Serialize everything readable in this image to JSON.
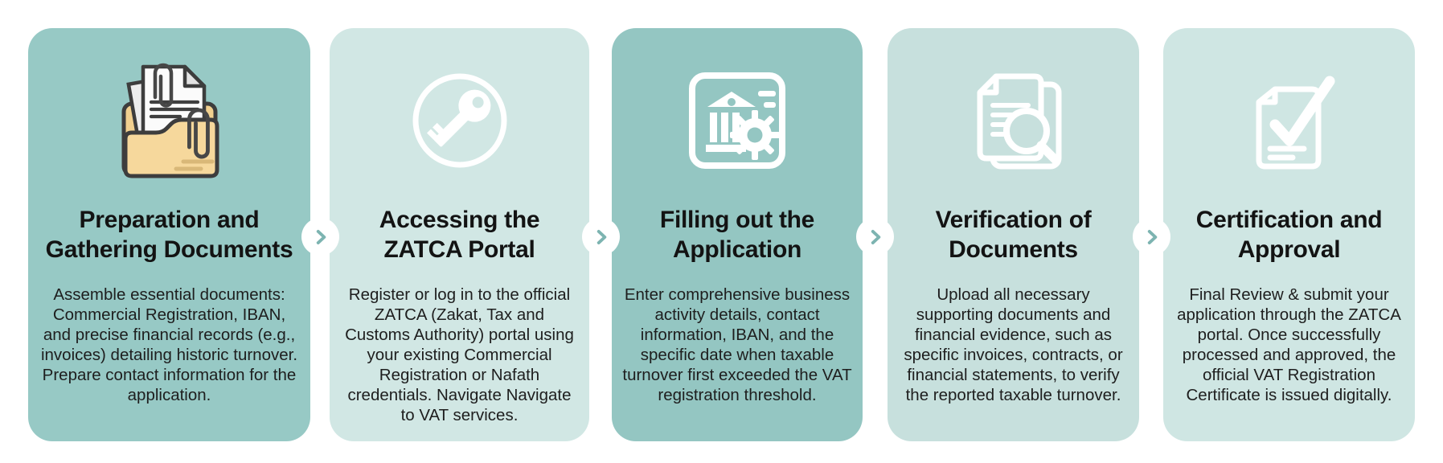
{
  "diagram": {
    "background": "#ffffff",
    "connector": {
      "icon": "chevron-right-icon",
      "chevron_color": "#7db4b1",
      "circle_color": "#ffffff"
    },
    "cards": [
      {
        "id": "step-preparation",
        "bg": "#97c9c5",
        "icon": "folder-documents-icon",
        "title": "Preparation and Gathering Documents",
        "title_lines": [
          "Preparation and",
          "Gathering Documents"
        ],
        "body": "Assemble essential documents: Commercial Registration, IBAN, and precise financial records (e.g., invoices) detailing historic turnover. Prepare contact information for the application."
      },
      {
        "id": "step-portal-access",
        "bg": "#d1e7e4",
        "icon": "key-icon",
        "title": "Accessing the ZATCA Portal",
        "title_lines": [
          "Accessing the",
          "ZATCA Portal"
        ],
        "body": "Register or log in to the official ZATCA (Zakat, Tax and Customs Authority) portal using your existing Commercial Registration or Nafath credentials. Navigate Navigate to VAT services."
      },
      {
        "id": "step-application",
        "bg": "#94c6c2",
        "icon": "bank-gear-icon",
        "title": "Filling out the Application",
        "title_lines": [
          "Filling out the",
          "Application"
        ],
        "body": "Enter comprehensive business activity details, contact information, IBAN, and the specific date when taxable turnover first exceeded the VAT registration threshold."
      },
      {
        "id": "step-verification",
        "bg": "#c7e0dd",
        "icon": "document-search-icon",
        "title": "Verification of Documents",
        "title_lines": [
          "Verification of",
          "Documents"
        ],
        "body": "Upload all necessary supporting documents and financial evidence, such as specific invoices, contracts, or financial statements, to verify the reported taxable turnover."
      },
      {
        "id": "step-certification",
        "bg": "#cfe6e3",
        "icon": "document-check-icon",
        "title": "Certification and Approval",
        "title_lines": [
          "Certification and",
          "Approval"
        ],
        "body": "Final Review & submit your application through the ZATCA portal. Once successfully processed and approved, the official VAT Registration Certificate is issued digitally."
      }
    ]
  }
}
